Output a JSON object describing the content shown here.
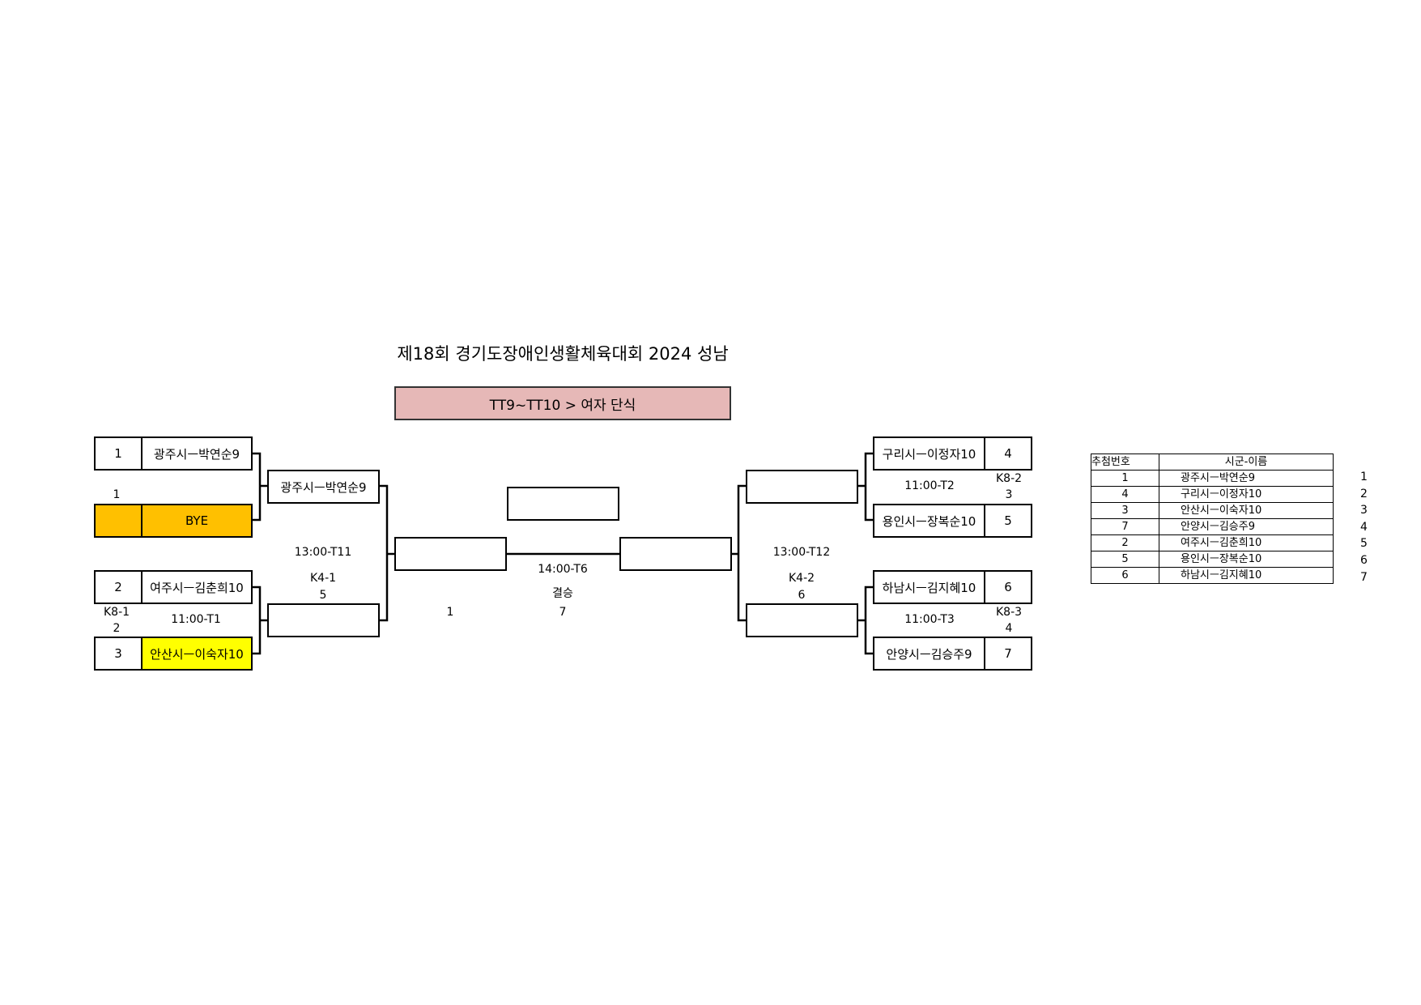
{
  "title": "제18회 경기도장애인생활체육대회 2024 성남",
  "category": "TT9~TT10 > 여자 단식",
  "colors": {
    "bye": "#ffc000",
    "highlight": "#ffff00",
    "category_bg": "#e6b8b7"
  },
  "left": {
    "r1": [
      {
        "seed": "1",
        "name": "광주시ㅡ박연순9"
      },
      {
        "seed": "",
        "name": "BYE"
      },
      {
        "seed": "2",
        "name": "여주시ㅡ김춘희10"
      },
      {
        "seed": "3",
        "name": "안산시ㅡ이숙자10"
      }
    ],
    "r2": [
      "광주시ㅡ박연순9",
      ""
    ],
    "bye_match_no": "1",
    "match1": {
      "time": "11:00-T1",
      "code": "K8-1",
      "no": "2"
    },
    "semi": {
      "time": "13:00-T11",
      "code": "K4-1",
      "no": "5"
    },
    "semi_no": "1"
  },
  "right": {
    "r1": [
      {
        "seed": "4",
        "name": "구리시ㅡ이정자10"
      },
      {
        "seed": "5",
        "name": "용인시ㅡ장복순10"
      },
      {
        "seed": "6",
        "name": "하남시ㅡ김지혜10"
      },
      {
        "seed": "7",
        "name": "안양시ㅡ김승주9"
      }
    ],
    "r2": [
      "",
      ""
    ],
    "match2": {
      "time": "11:00-T2",
      "code": "K8-2",
      "no": "3"
    },
    "match3": {
      "time": "11:00-T3",
      "code": "K8-3",
      "no": "4"
    },
    "semi": {
      "time": "13:00-T12",
      "code": "K4-2",
      "no": "6"
    }
  },
  "final": {
    "time": "14:00-T6",
    "label": "결승",
    "no": "7",
    "winner": "",
    "left": "",
    "right": ""
  },
  "draw_table": {
    "headers": [
      "추첨번호",
      "시군-이름"
    ],
    "rows": [
      {
        "draw": "1",
        "name": "광주시ㅡ박연순9",
        "idx": "1"
      },
      {
        "draw": "4",
        "name": "구리시ㅡ이정자10",
        "idx": "2"
      },
      {
        "draw": "3",
        "name": "안산시ㅡ이숙자10",
        "idx": "3"
      },
      {
        "draw": "7",
        "name": "안양시ㅡ김승주9",
        "idx": "4"
      },
      {
        "draw": "2",
        "name": "여주시ㅡ김춘희10",
        "idx": "5"
      },
      {
        "draw": "5",
        "name": "용인시ㅡ장복순10",
        "idx": "6"
      },
      {
        "draw": "6",
        "name": "하남시ㅡ김지혜10",
        "idx": "7"
      }
    ]
  }
}
